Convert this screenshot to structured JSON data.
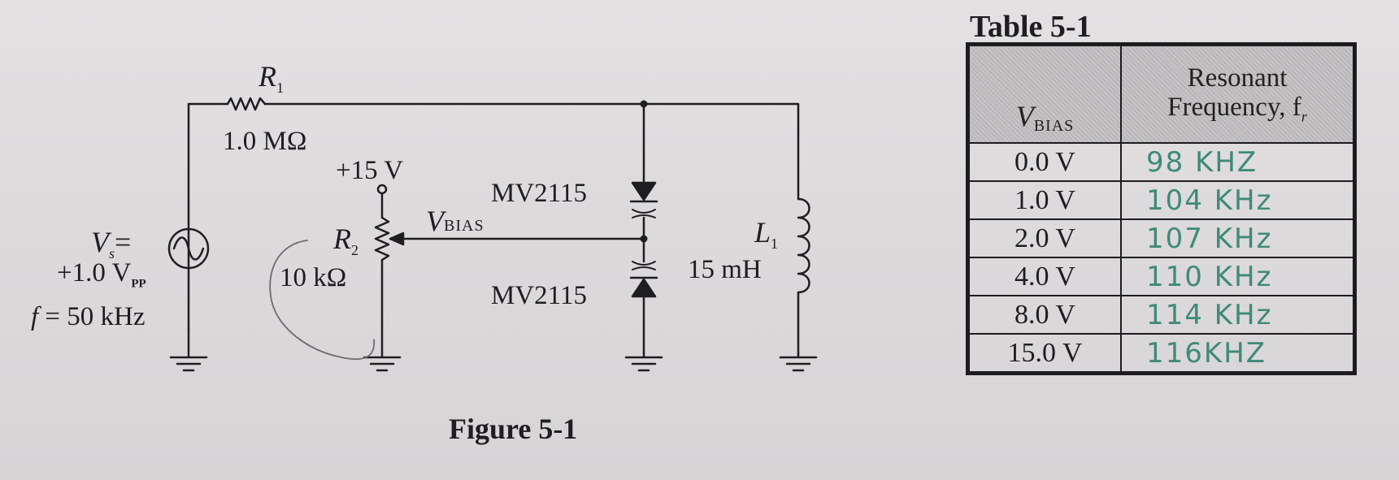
{
  "figure": {
    "caption": "Figure 5-1",
    "r1": {
      "name": "R",
      "sub": "1",
      "value": "1.0 MΩ"
    },
    "r2": {
      "name": "R",
      "sub": "2",
      "value": "10 kΩ"
    },
    "source": {
      "name": "V",
      "sub": "s",
      "eq": "=",
      "amp": "+1.0 V",
      "amp_sub": "PP",
      "freq_var": "f",
      "freq": " = 50 kHz"
    },
    "supply": "+15 V",
    "vbias": {
      "name": "V",
      "sub": "BIAS"
    },
    "diode_top": "MV2115",
    "diode_bottom": "MV2115",
    "l1": {
      "name": "L",
      "sub": "1",
      "value": "15 mH"
    }
  },
  "table": {
    "title": "Table 5-1",
    "header_v": "V",
    "header_v_sub": "BIAS",
    "header_f_line1": "Resonant",
    "header_f_line2": "Frequency, f",
    "header_f_sub": "r",
    "rows": [
      {
        "vbias": "0.0 V",
        "freq": "98 KHZ"
      },
      {
        "vbias": "1.0 V",
        "freq": "104 KHz"
      },
      {
        "vbias": "2.0 V",
        "freq": "107 KHz"
      },
      {
        "vbias": "4.0 V",
        "freq": "110 KHz"
      },
      {
        "vbias": "8.0 V",
        "freq": "114 KHz"
      },
      {
        "vbias": "15.0 V",
        "freq": "116KHZ"
      }
    ]
  }
}
